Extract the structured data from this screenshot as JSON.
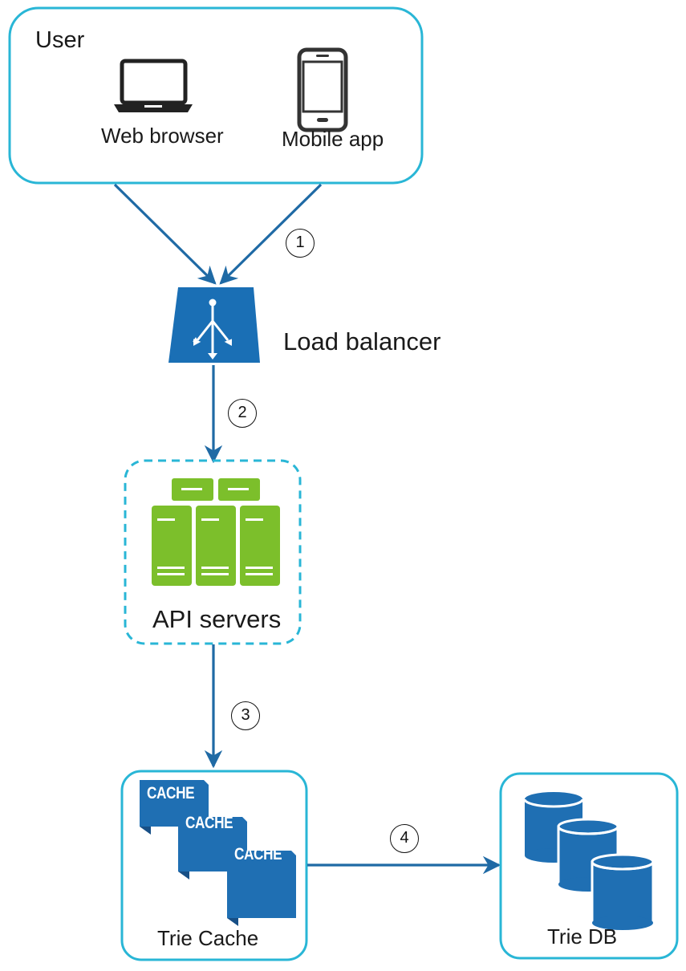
{
  "user": {
    "title": "User",
    "clients": [
      {
        "label": "Web browser",
        "icon": "laptop-icon"
      },
      {
        "label": "Mobile app",
        "icon": "mobile-phone-icon"
      }
    ]
  },
  "load_balancer": {
    "label": "Load balancer",
    "icon": "load-balancer-icon"
  },
  "api_servers": {
    "label": "API servers",
    "icon": "server-rack-icon"
  },
  "trie_cache": {
    "label": "Trie Cache",
    "cache_tags": [
      "CACHE",
      "CACHE",
      "CACHE"
    ]
  },
  "trie_db": {
    "label": "Trie DB",
    "icon": "database-icon"
  },
  "steps": [
    "1",
    "2",
    "3",
    "4"
  ],
  "colors": {
    "box_border": "#29b6d6",
    "arrow": "#1f6aa5",
    "load_balancer": "#1a6fb5",
    "server_green": "#7cbf2b",
    "cache_blue": "#1f6fb3",
    "db_blue": "#1f6fb3"
  }
}
